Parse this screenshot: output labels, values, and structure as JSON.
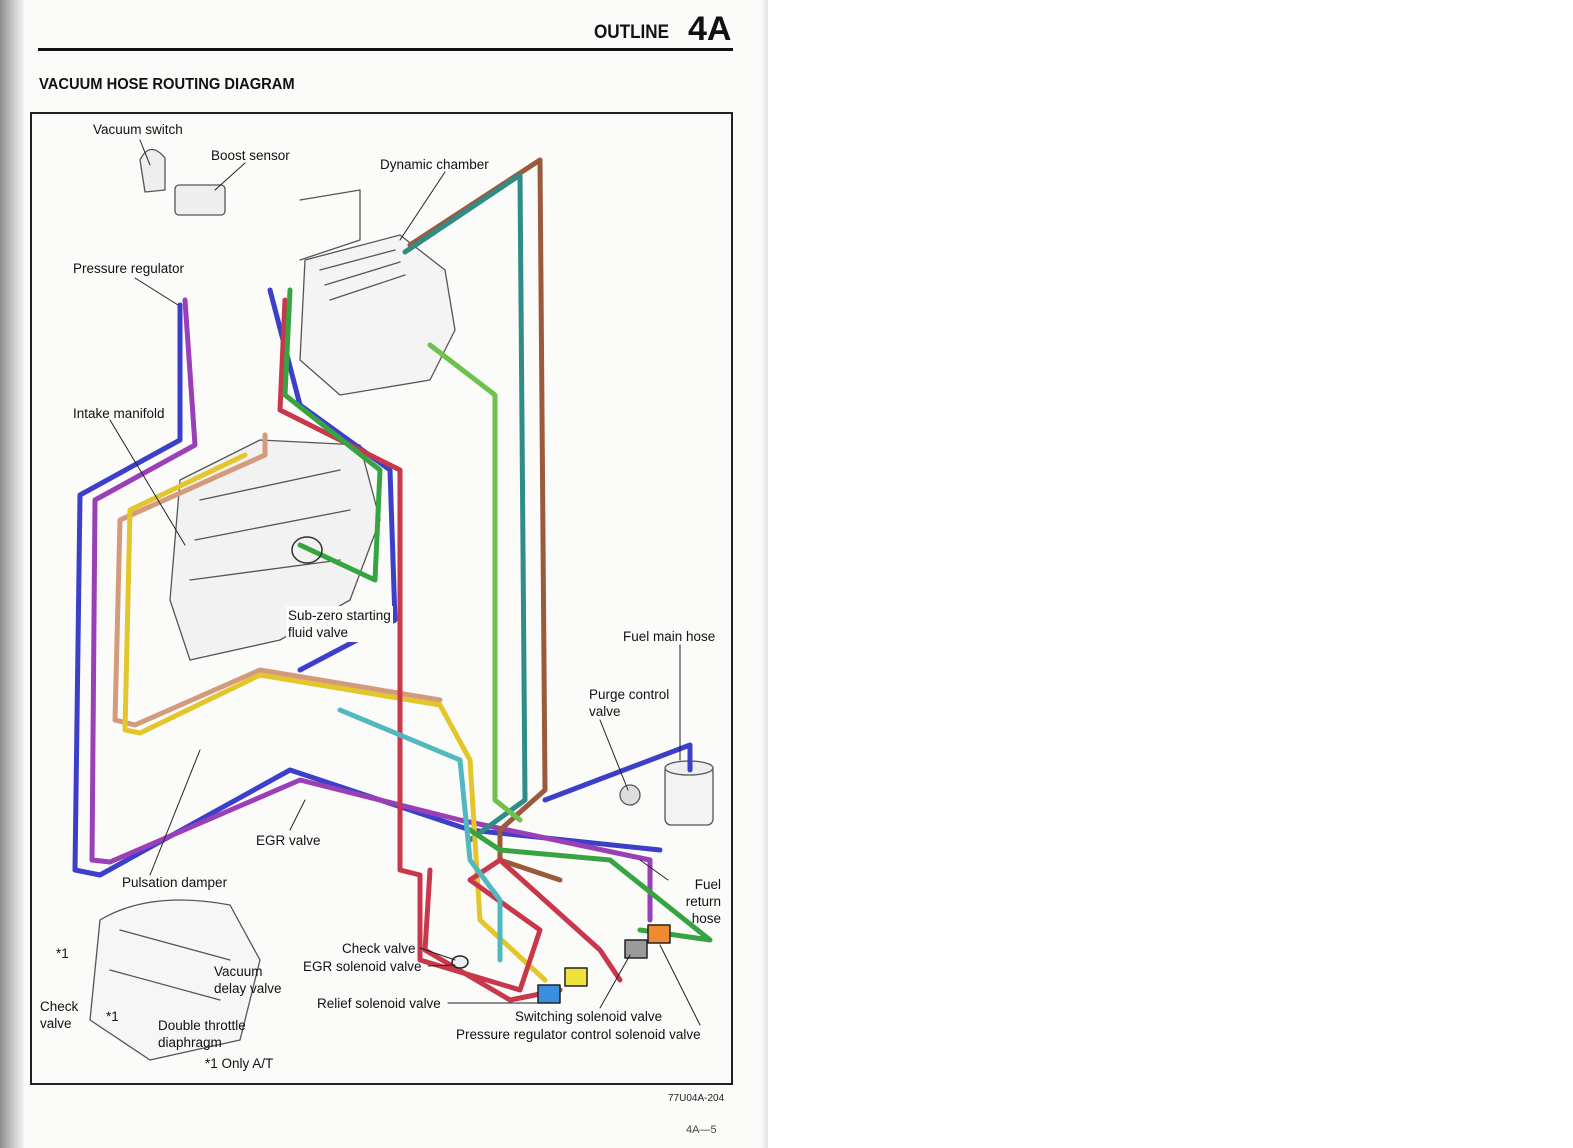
{
  "header": {
    "section_word": "OUTLINE",
    "section_number": "4A"
  },
  "title": "VACUUM HOSE ROUTING DIAGRAM",
  "labels": {
    "vacuum_switch": "Vacuum switch",
    "boost_sensor": "Boost sensor",
    "dynamic_chamber": "Dynamic chamber",
    "pressure_regulator": "Pressure regulator",
    "intake_manifold": "Intake manifold",
    "sub_zero_1": "Sub-zero starting",
    "sub_zero_2": "fluid valve",
    "fuel_main_hose": "Fuel main hose",
    "purge_1": "Purge control",
    "purge_2": "valve",
    "egr_valve": "EGR valve",
    "pulsation_damper": "Pulsation damper",
    "fuel_return_1": "Fuel",
    "fuel_return_2": "return",
    "fuel_return_3": "hose",
    "check_valve": "Check valve",
    "egr_solenoid": "EGR solenoid valve",
    "relief_solenoid": "Relief solenoid valve",
    "switching_solenoid": "Switching solenoid valve",
    "prc_solenoid": "Pressure regulator control solenoid valve",
    "star1_a": "*1",
    "vacuum_delay_1": "Vacuum",
    "vacuum_delay_2": "delay valve",
    "check_valve_inset_1": "Check",
    "check_valve_inset_2": "valve",
    "star1_b": "*1",
    "double_throttle_1": "Double throttle",
    "double_throttle_2": "diaphragm",
    "only_at": "*1 Only A/T"
  },
  "figure_code": "77U04A-204",
  "page_number": "4A—5",
  "hose_colors": {
    "blue": "#3b3fc9",
    "purple": "#9a3fb5",
    "brown": "#9b5a3c",
    "tan": "#d49a7c",
    "yellow": "#e3c52c",
    "red": "#c8374a",
    "green": "#37a442",
    "teal": "#2f8c86",
    "lightgreen": "#6cc24a",
    "cyan": "#52b8c0"
  }
}
